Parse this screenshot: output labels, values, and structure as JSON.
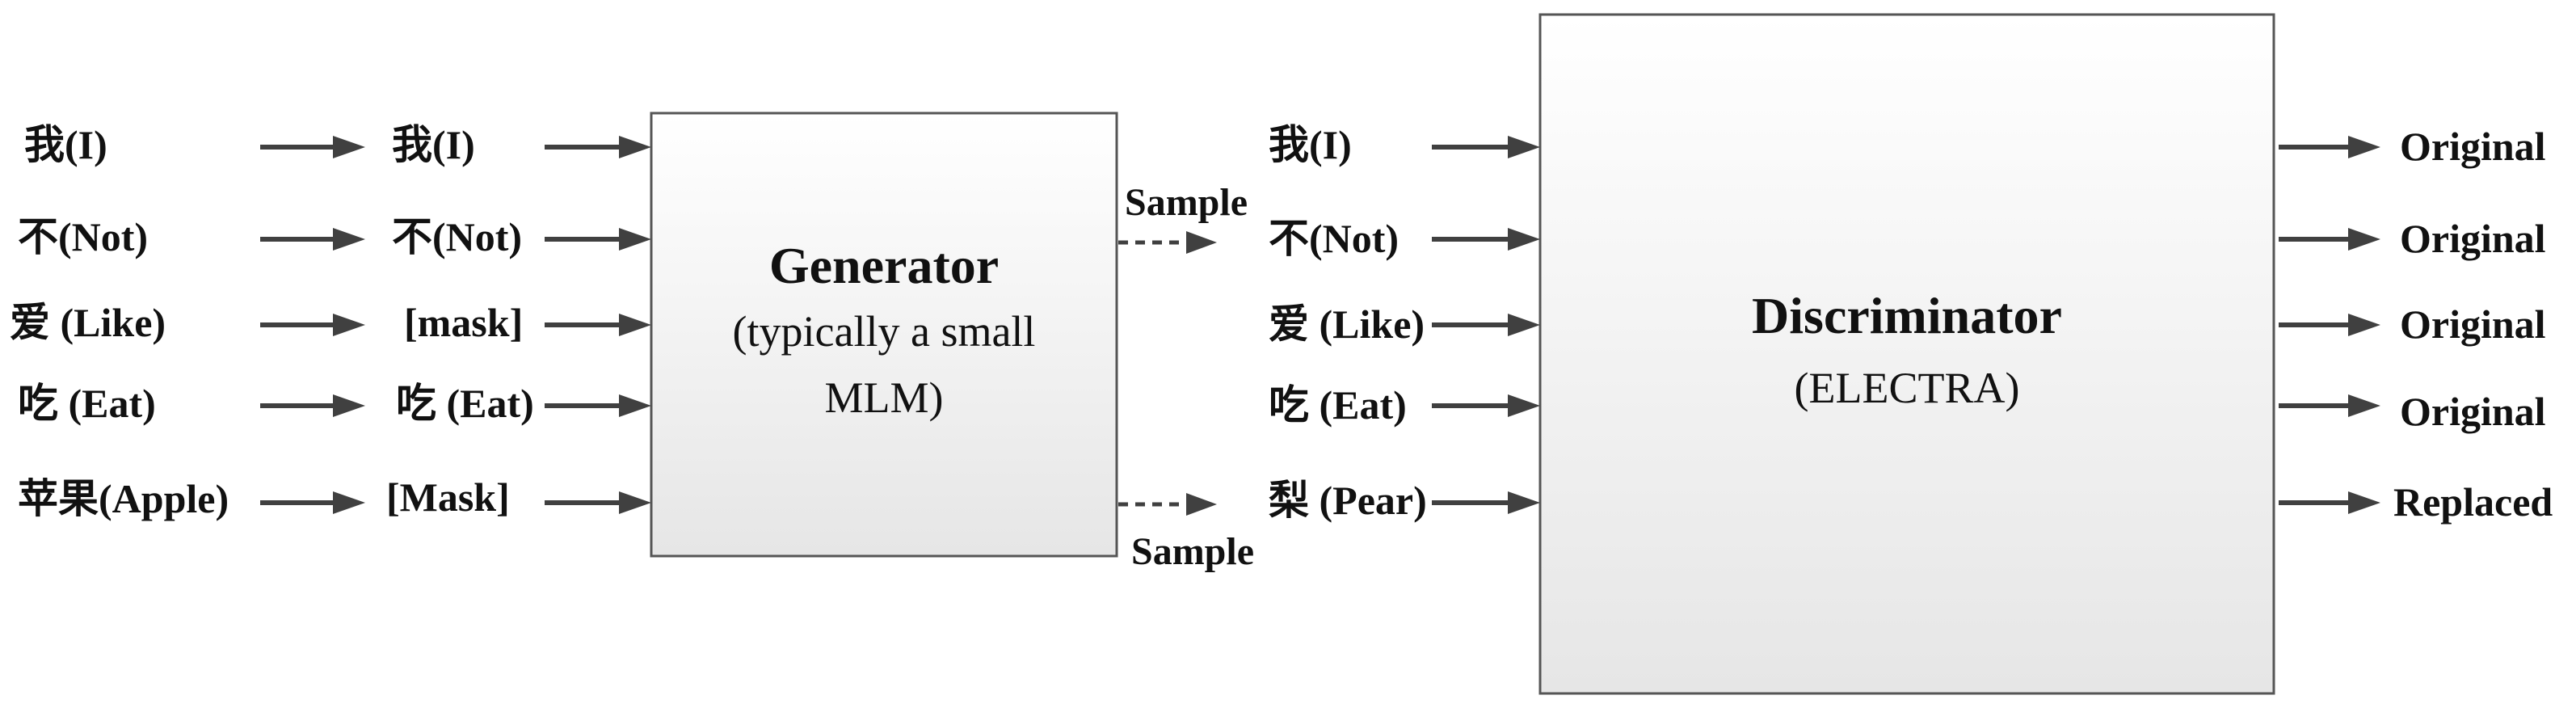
{
  "input_tokens": [
    "我(I)",
    "不(Not)",
    "爱 (Like)",
    "吃 (Eat)",
    "苹果(Apple)"
  ],
  "masked_tokens": [
    "我(I)",
    "不(Not)",
    "[mask]",
    "吃 (Eat)",
    "[Mask]"
  ],
  "generator": {
    "title": "Generator",
    "subtitle_line1": "(typically a small",
    "subtitle_line2": "MLM)"
  },
  "sample_label_top": "Sample",
  "sample_label_bottom": "Sample",
  "sampled_tokens": [
    "我(I)",
    "不(Not)",
    "爱 (Like)",
    "吃 (Eat)",
    "梨 (Pear)"
  ],
  "discriminator": {
    "title": "Discriminator",
    "subtitle": "(ELECTRA)"
  },
  "outputs": [
    "Original",
    "Original",
    "Original",
    "Original",
    "Replaced"
  ],
  "colors": {
    "arrow": "#404040",
    "box_border": "#555555",
    "box_fill_top": "#ffffff",
    "box_fill_bottom": "#e6e6e6",
    "text": "#111111"
  }
}
